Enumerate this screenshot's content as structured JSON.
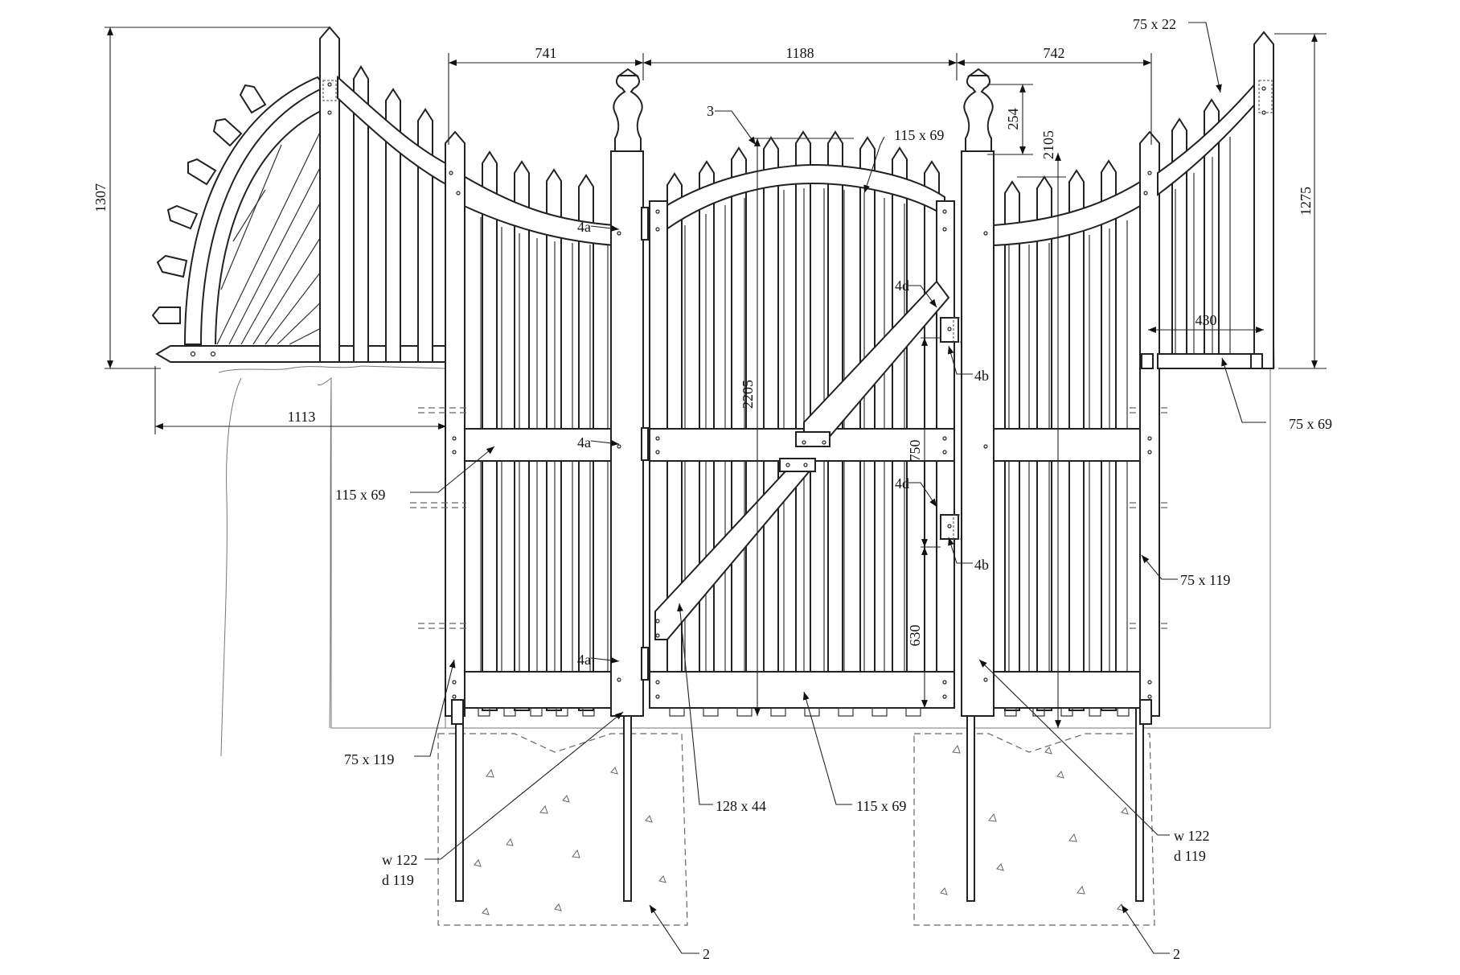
{
  "dimensions": {
    "left_panel_width": "741",
    "gate_width": "1188",
    "right_panel_width": "742",
    "left_arch_height": "1307",
    "right_section_height": "1275",
    "finial_height": "254",
    "post_height": "2105",
    "gate_height": "2205",
    "latch_upper_height": "750",
    "latch_lower_height": "630",
    "left_arch_width": "1113",
    "right_extension_width": "430"
  },
  "callouts": {
    "picket_top": "75 x 22",
    "gate_arch_rail": "115 x 69",
    "left_mid_rail": "115 x 69",
    "right_bottom_rail": "75 x 69",
    "right_post": "75 x 119",
    "left_post": "75 x 119",
    "brace": "128 x 44",
    "gate_bottom_rail": "115 x 69",
    "left_footing_w": "w 122",
    "left_footing_d": "d  119",
    "right_footing_w": "w 122",
    "right_footing_d": "d  119"
  },
  "markers": {
    "hinge_upper": "4a",
    "hinge_middle": "4a",
    "hinge_lower": "4a",
    "latch_upper_d": "4d",
    "latch_upper_b": "4b",
    "latch_lower_d": "4d",
    "latch_lower_b": "4b",
    "picket_ref": "3",
    "footing_left": "2",
    "footing_right": "2"
  }
}
